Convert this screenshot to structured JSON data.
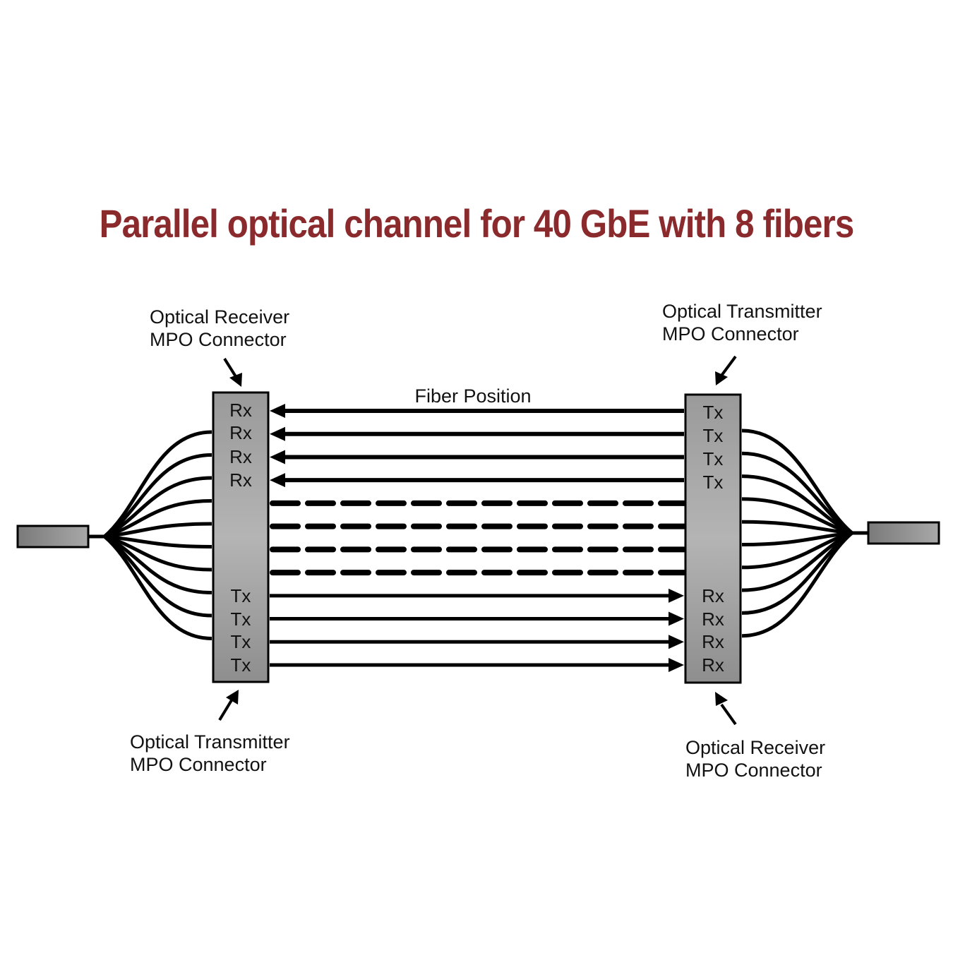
{
  "title": "Parallel optical channel for 40 GbE with 8 fibers",
  "fiber_position_label": "Fiber Position",
  "colors": {
    "title": "#8b2a2c",
    "connector_fill": "#aaaaaa",
    "line": "#000000"
  },
  "left_connector": {
    "top_label": [
      "Optical Receiver",
      "MPO Connector"
    ],
    "bottom_label": [
      "Optical Transmitter",
      "MPO Connector"
    ],
    "ports_top": [
      "Rx",
      "Rx",
      "Rx",
      "Rx"
    ],
    "ports_bottom": [
      "Tx",
      "Tx",
      "Tx",
      "Tx"
    ]
  },
  "right_connector": {
    "top_label": [
      "Optical Transmitter",
      "MPO Connector"
    ],
    "bottom_label": [
      "Optical Receiver",
      "MPO Connector"
    ],
    "ports_top": [
      "Tx",
      "Tx",
      "Tx",
      "Tx"
    ],
    "ports_bottom": [
      "Rx",
      "Rx",
      "Rx",
      "Rx"
    ]
  },
  "fibers": {
    "total_positions": 12,
    "active": 8,
    "unused": 4,
    "direction_top": "right-to-left",
    "direction_bottom": "left-to-right"
  }
}
